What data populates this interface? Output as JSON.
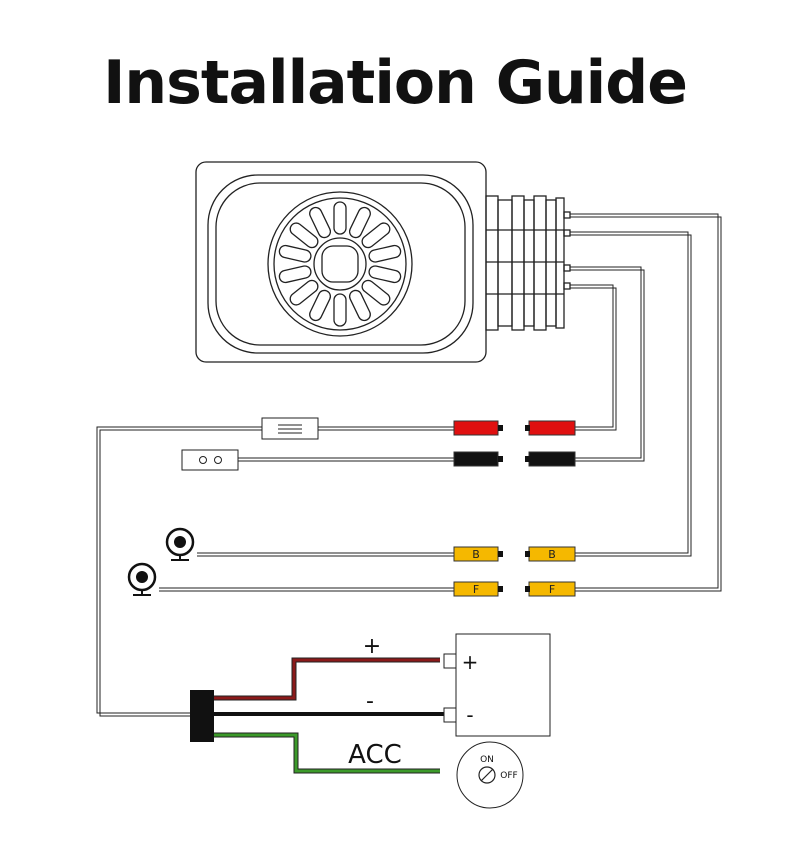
{
  "title": "Installation Guide",
  "labels": {
    "positive": "+",
    "negative": "-",
    "acc": "ACC",
    "battery_positive": "+",
    "battery_negative": "-",
    "switch_on": "ON",
    "switch_off": "OFF",
    "rear_cam_plug": "B",
    "front_cam_plug": "F"
  },
  "colors": {
    "positive_wire": "#e01010",
    "negative_wire": "#111111",
    "acc_wire": "#3c9a2a",
    "camera_plug": "#f5b800",
    "power_wire_red": "#8b1a1a"
  }
}
